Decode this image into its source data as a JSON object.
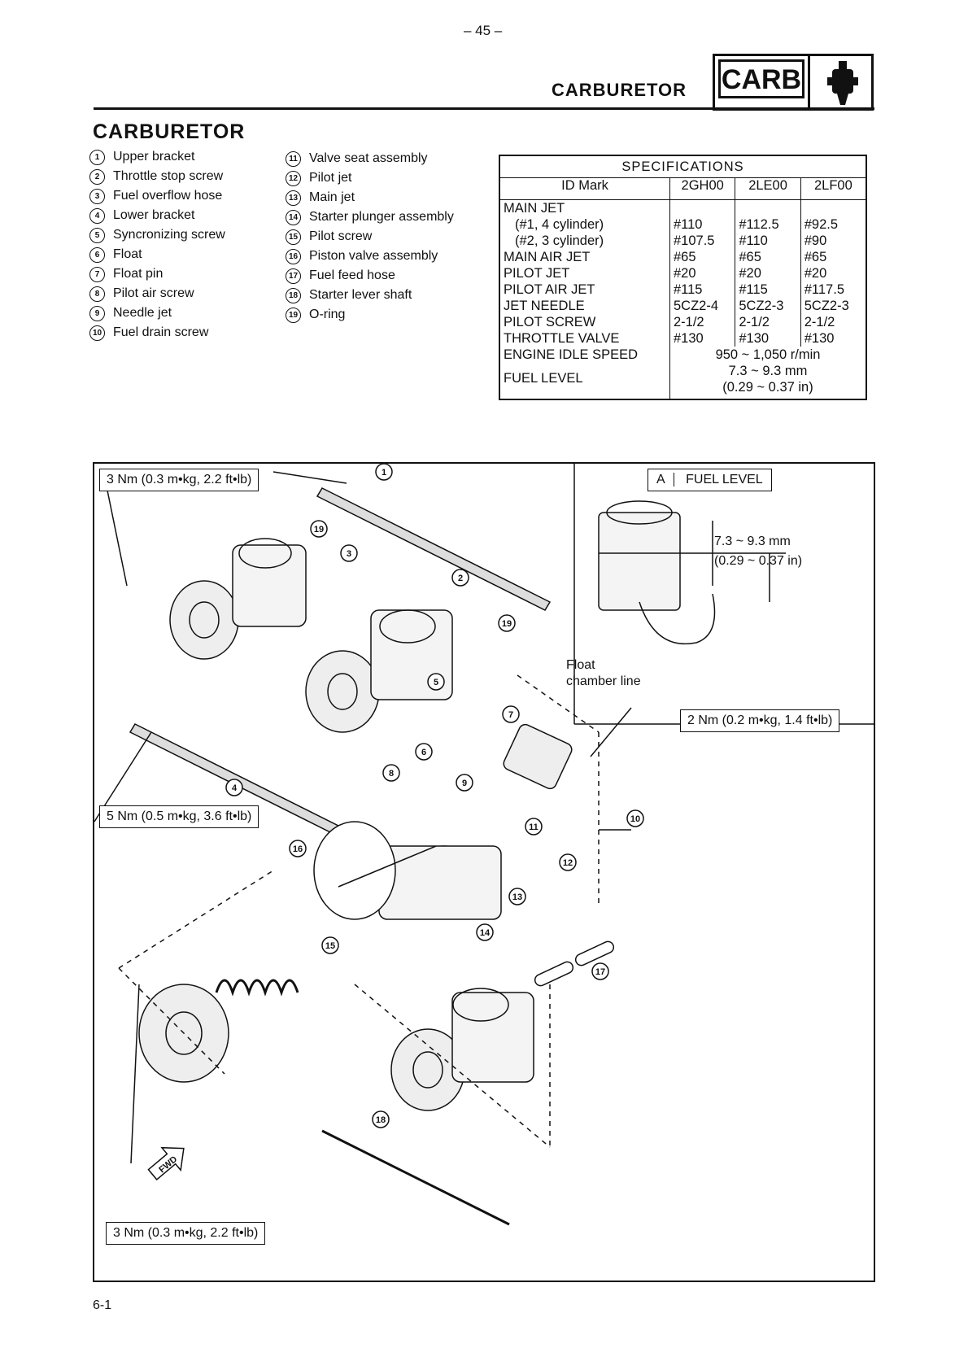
{
  "page_number": "– 45 –",
  "header": {
    "title": "CARBURETOR",
    "badge_label": "CARB",
    "badge_icon": "carburetor-icon"
  },
  "section_title": "CARBURETOR",
  "parts": [
    {
      "num": "1",
      "label": "Upper bracket"
    },
    {
      "num": "2",
      "label": "Throttle stop screw"
    },
    {
      "num": "3",
      "label": "Fuel overflow hose"
    },
    {
      "num": "4",
      "label": "Lower bracket"
    },
    {
      "num": "5",
      "label": "Syncronizing screw"
    },
    {
      "num": "6",
      "label": "Float"
    },
    {
      "num": "7",
      "label": "Float pin"
    },
    {
      "num": "8",
      "label": "Pilot air screw"
    },
    {
      "num": "9",
      "label": "Needle jet"
    },
    {
      "num": "10",
      "label": "Fuel drain screw"
    },
    {
      "num": "11",
      "label": "Valve seat assembly"
    },
    {
      "num": "12",
      "label": "Pilot jet"
    },
    {
      "num": "13",
      "label": "Main jet"
    },
    {
      "num": "14",
      "label": "Starter plunger assembly"
    },
    {
      "num": "15",
      "label": "Pilot screw"
    },
    {
      "num": "16",
      "label": "Piston valve assembly"
    },
    {
      "num": "17",
      "label": "Fuel feed hose"
    },
    {
      "num": "18",
      "label": "Starter lever shaft"
    },
    {
      "num": "19",
      "label": "O-ring"
    }
  ],
  "specs": {
    "title": "SPECIFICATIONS",
    "id_mark_label": "ID Mark",
    "models": [
      "2GH00",
      "2LE00",
      "2LF00"
    ],
    "rows": [
      {
        "label": "MAIN JET",
        "values": [
          "",
          "",
          ""
        ]
      },
      {
        "label": "(#1, 4 cylinder)",
        "values": [
          "#110",
          "#112.5",
          "#92.5"
        ]
      },
      {
        "label": "(#2, 3 cylinder)",
        "values": [
          "#107.5",
          "#110",
          "#90"
        ]
      },
      {
        "label": "MAIN AIR JET",
        "values": [
          "#65",
          "#65",
          "#65"
        ]
      },
      {
        "label": "PILOT JET",
        "values": [
          "#20",
          "#20",
          "#20"
        ]
      },
      {
        "label": "PILOT AIR JET",
        "values": [
          "#115",
          "#115",
          "#117.5"
        ]
      },
      {
        "label": "JET NEEDLE",
        "values": [
          "5CZ2-4",
          "5CZ2-3",
          "5CZ2-3"
        ]
      },
      {
        "label": "PILOT SCREW",
        "values": [
          "2-1/2",
          "2-1/2",
          "2-1/2"
        ]
      },
      {
        "label": "THROTTLE VALVE",
        "values": [
          "#130",
          "#130",
          "#130"
        ]
      }
    ],
    "idle_speed": {
      "label": "ENGINE IDLE SPEED",
      "value": "950 ~ 1,050 r/min"
    },
    "fuel_level": {
      "label": "FUEL LEVEL",
      "value_mm": "7.3 ~ 9.3 mm",
      "value_in": "(0.29 ~ 0.37 in)"
    }
  },
  "diagram": {
    "torque_1": "3 Nm (0.3 m•kg, 2.2 ft•lb)",
    "torque_2": "5 Nm (0.5 m•kg, 3.6 ft•lb)",
    "torque_3": "2 Nm (0.2 m•kg, 1.4 ft•lb)",
    "torque_4": "3 Nm (0.3 m•kg, 2.2 ft•lb)",
    "inset_marker": "A",
    "inset_title": "FUEL LEVEL",
    "inset_mm": "7.3 ~ 9.3 mm",
    "inset_in": "(0.29 ~ 0.37 in)",
    "float_label": "Float",
    "chamber_label": "chamber line",
    "fwd_label": "FWD",
    "callouts": [
      "1",
      "2",
      "3",
      "4",
      "5",
      "6",
      "7",
      "8",
      "9",
      "10",
      "11",
      "12",
      "13",
      "14",
      "15",
      "16",
      "17",
      "18",
      "19",
      "19"
    ]
  },
  "footer": "6-1"
}
